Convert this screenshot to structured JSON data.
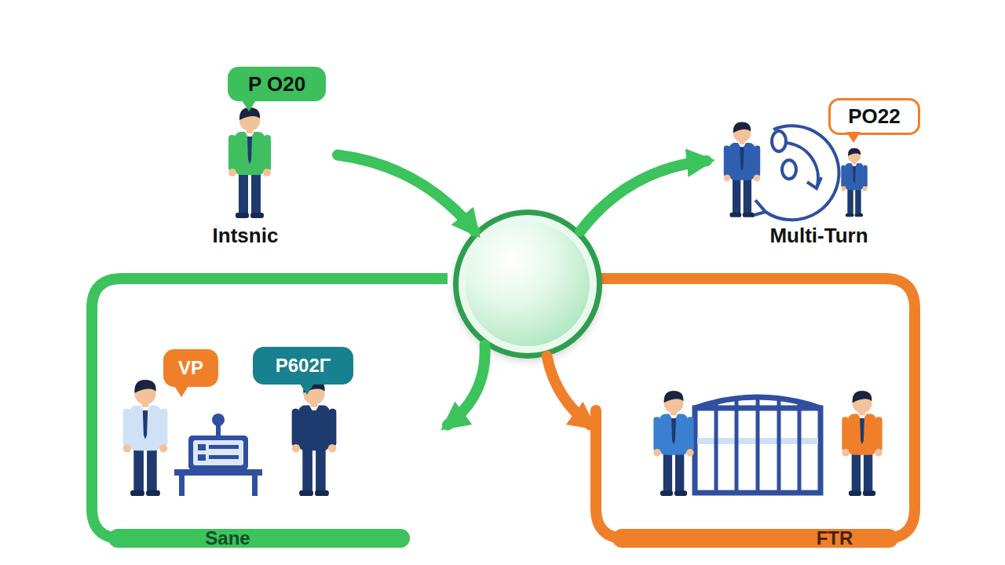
{
  "diagram": {
    "nodes": [
      {
        "text": [
          "Intsnic"
        ]
      },
      {
        "text": [
          "P O20"
        ],
        "in": 0
      },
      {
        "text": []
      },
      {
        "text": [
          "Multi-Turn"
        ]
      },
      {
        "text": [
          "PO22"
        ],
        "in": 3
      },
      {
        "text": [
          "Sane"
        ]
      },
      {
        "text": [
          "VP"
        ],
        "in": 5
      },
      {
        "text": [
          "P602Γ"
        ],
        "in": 5
      },
      {
        "text": [
          "FTR"
        ]
      }
    ],
    "edges": [
      {
        "from": 0,
        "to": 2,
        "arrow": "to"
      },
      {
        "from": 2,
        "to": 3,
        "arrow": "to"
      },
      {
        "from": 2,
        "to": 5,
        "arrow": "to"
      },
      {
        "from": 2,
        "to": 8,
        "arrow": "to"
      }
    ]
  }
}
